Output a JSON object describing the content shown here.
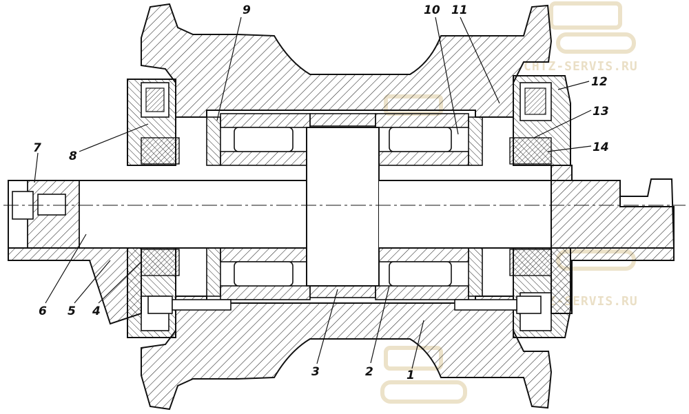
{
  "drawing": {
    "type": "cross-section",
    "callouts": [
      "1",
      "2",
      "3",
      "4",
      "5",
      "6",
      "7",
      "8",
      "9",
      "10",
      "11",
      "12",
      "13",
      "14"
    ]
  },
  "watermark": {
    "text": "CHTZ-SERVIS.RU",
    "icon": "bulldozer-logo",
    "color": "#e8dcc0"
  },
  "colors": {
    "line": "#111111",
    "hatch": "#222222",
    "paper": "#ffffff"
  }
}
